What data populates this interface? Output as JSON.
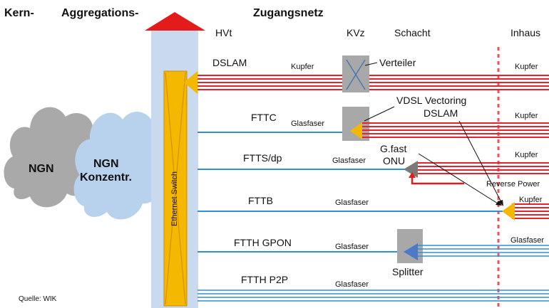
{
  "headings": {
    "kern": "Kern-",
    "aggregation": "Aggregations-",
    "access": "Zugangsnetz"
  },
  "columns": {
    "hvt": "HVt",
    "kvz": "KVz",
    "schacht": "Schacht",
    "inhaus": "Inhaus"
  },
  "clouds": {
    "ngn": "NGN",
    "ngn_konz_1": "NGN",
    "ngn_konz_2": "Konzentr."
  },
  "ethernet_switch": "Ethernet Switch",
  "rows": [
    {
      "name": "DSLAM",
      "left_medium": "",
      "right_medium": "Kupfer"
    },
    {
      "name": "FTTC",
      "left_medium": "Glasfaser",
      "right_medium": "Kupfer"
    },
    {
      "name": "FTTS/dp",
      "left_medium": "Glasfaser",
      "right_medium": "Kupfer"
    },
    {
      "name": "FTTB",
      "left_medium": "Glasfaser",
      "right_medium": "Kupfer"
    },
    {
      "name": "FTTH GPON",
      "left_medium": "Glasfaser",
      "right_medium": "Glasfaser"
    },
    {
      "name": "FTTH P2P",
      "left_medium": "Glasfaser",
      "right_medium": ""
    }
  ],
  "row1_copper": "Kupfer",
  "annotations": {
    "verteiler": "Verteiler",
    "vdsl_1": "VDSL Vectoring",
    "vdsl_2": "DSLAM",
    "gfast_1": "G.fast",
    "gfast_2": "ONU",
    "reverse_power": "Reverse Power",
    "splitter": "Splitter"
  },
  "source": "Quelle: WIK",
  "colors": {
    "copper": "#e8222b",
    "fiber": "#2e8fd6",
    "switch": "#f5b800",
    "column_bg": "#c9daef",
    "arrow_head": "#e31b1b",
    "cloud_dark": "#a9a9a9",
    "cloud_light": "#b8d2ee",
    "box": "#a8a8a8",
    "inhaus_line": "#e9535b"
  }
}
